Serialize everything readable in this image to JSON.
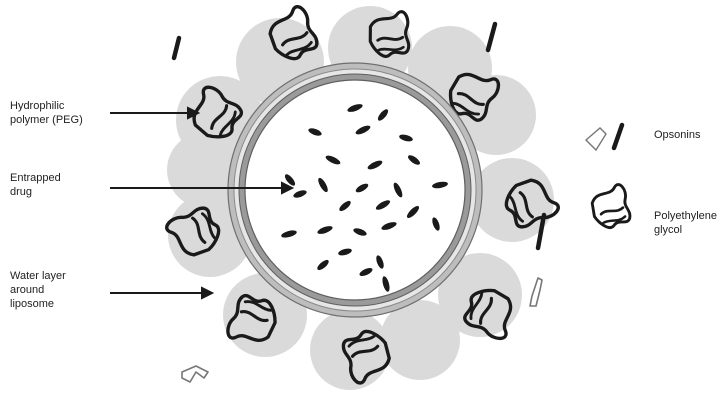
{
  "labels": {
    "hydrophilic_polymer": [
      "Hydrophilic",
      "polymer (PEG)"
    ],
    "entrapped_drug": [
      "Entrapped",
      "drug"
    ],
    "water_layer": [
      "Water layer",
      "around",
      "liposome"
    ]
  },
  "legend": {
    "opsonins": "Opsonins",
    "peg": [
      "Polyethylene",
      "glycol"
    ]
  },
  "colors": {
    "ink": "#1a1a1a",
    "water_layer": "#d4d4d4",
    "membrane_outer": "#bdbdbd",
    "membrane_inner": "#8a8a8a",
    "background": "#ffffff"
  }
}
